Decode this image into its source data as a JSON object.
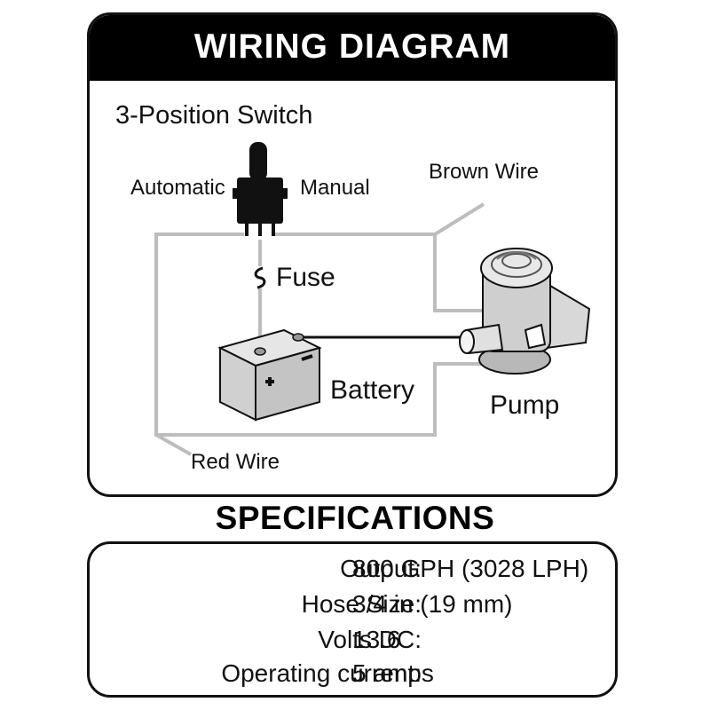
{
  "diagram": {
    "title": "WIRING DIAGRAM",
    "labels": {
      "switch": "3-Position Switch",
      "automatic": "Automatic",
      "manual": "Manual",
      "brown_wire": "Brown Wire",
      "fuse": "Fuse",
      "battery": "Battery",
      "pump": "Pump",
      "red_wire": "Red Wire"
    }
  },
  "specifications": {
    "title": "SPECIFICATIONS",
    "rows": [
      {
        "label": "Output:",
        "value": "800 GPH (3028 LPH)"
      },
      {
        "label": "Hose Size:",
        "value": "3/4 in (19 mm)"
      },
      {
        "label": "Volts DC:",
        "value": "13.6"
      },
      {
        "label": "Operating current:",
        "value": "5 amps"
      }
    ]
  }
}
